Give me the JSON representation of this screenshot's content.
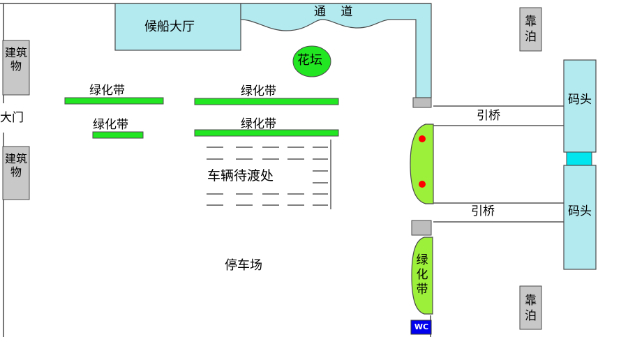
{
  "labels": {
    "waiting_hall": "候船大厅",
    "passage": "通 道",
    "flower_bed": "花坛",
    "building_top": "建筑物",
    "building_bottom": "建筑物",
    "main_gate": "大门",
    "green_belt_1": "绿化带",
    "green_belt_2": "绿化带",
    "green_belt_3": "绿化带",
    "green_belt_4": "绿化带",
    "green_belt_vertical": "绿化带",
    "vehicle_waiting": "车辆待渡处",
    "parking_lot": "停车场",
    "approach_bridge_1": "引桥",
    "approach_bridge_2": "引桥",
    "wharf_1": "码头",
    "wharf_2": "码头",
    "berth_top": "靠泊",
    "berth_bottom": "靠泊",
    "wc": "WC"
  },
  "colors": {
    "cyan": "#b3eaf0",
    "green_bright": "#22e622",
    "green_light": "#9df03a",
    "gray": "#c8c8c8",
    "red": "#ff0000",
    "wc_blue": "#0000ee",
    "outline": "#4a4a4a"
  }
}
